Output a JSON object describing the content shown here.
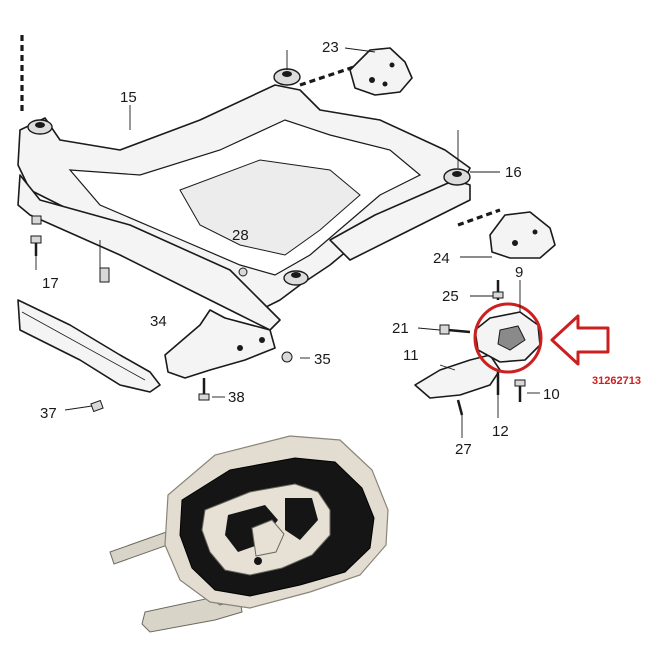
{
  "callouts": {
    "c23": "23",
    "c15": "15",
    "c16": "16",
    "c28": "28",
    "c24": "24",
    "c9": "9",
    "c17": "17",
    "c25": "25",
    "c34": "34",
    "c21": "21",
    "c11": "11",
    "c35": "35",
    "c37": "37",
    "c38": "38",
    "c10": "10",
    "c12": "12",
    "c27": "27"
  },
  "part_number": "31262713",
  "highlight_color": "#cc1f1f"
}
